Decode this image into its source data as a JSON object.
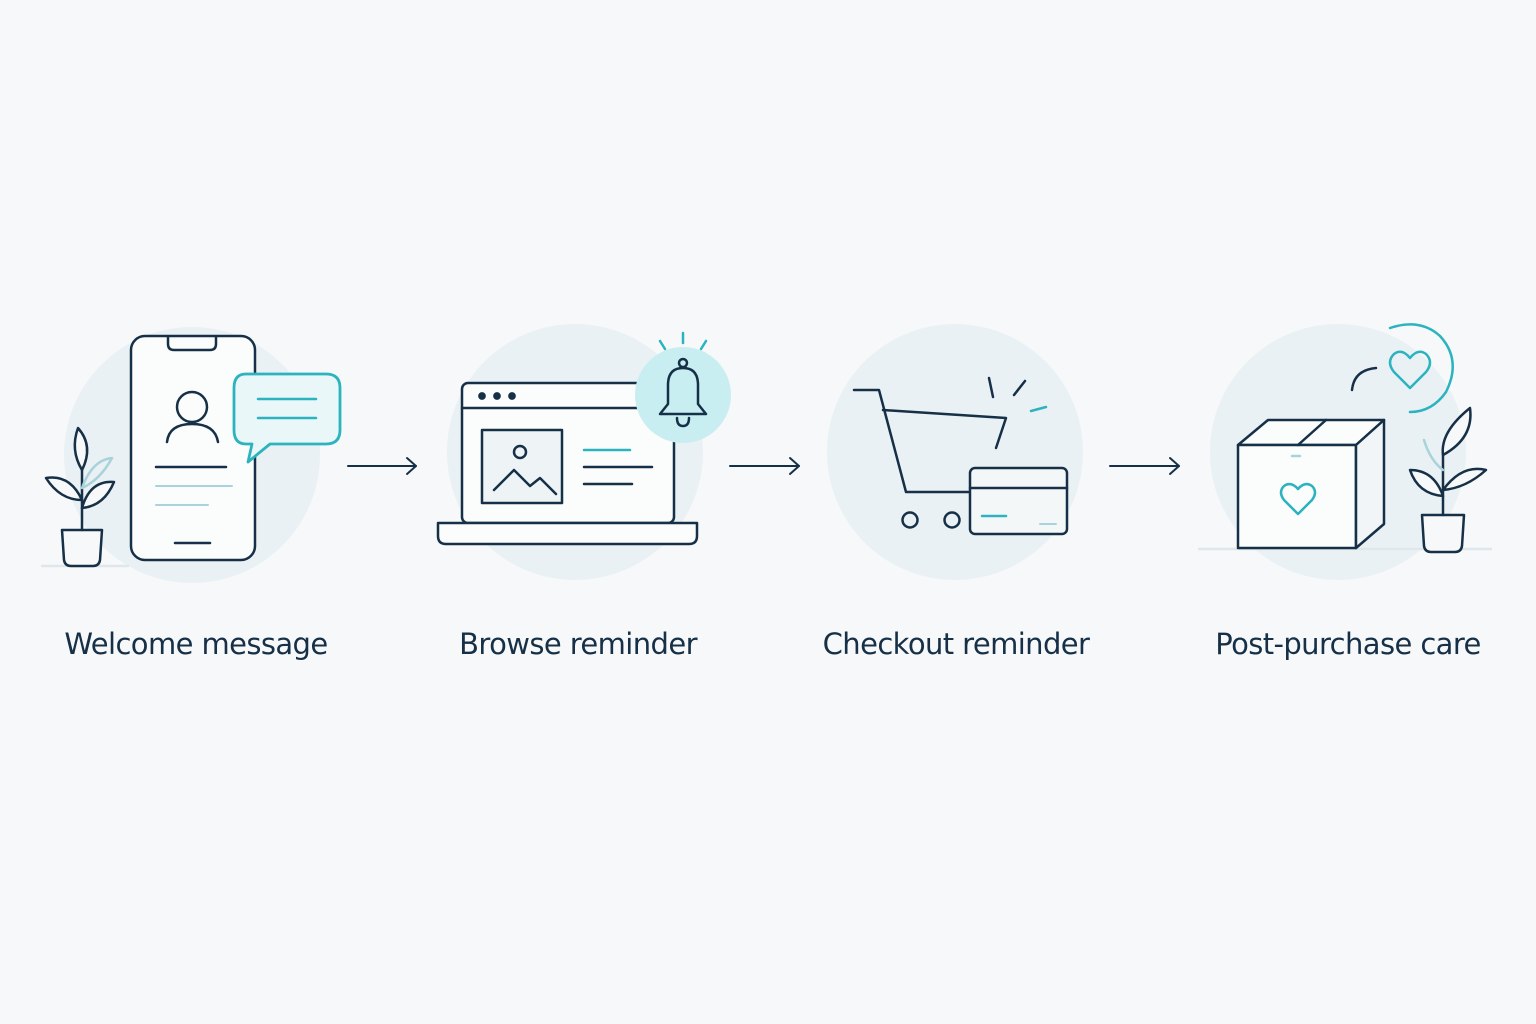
{
  "colors": {
    "background": "#f7f8f9",
    "ink": "#163047",
    "accent": "#2bb3bf",
    "accent_soft": "#c9eef1",
    "circle_bg": "#eaf1f4",
    "light_line": "#a9d3db"
  },
  "steps": [
    {
      "label": "Welcome message",
      "icon": "smartphone-chat-icon"
    },
    {
      "label": "Browse reminder",
      "icon": "laptop-bell-icon"
    },
    {
      "label": "Checkout reminder",
      "icon": "cart-card-icon"
    },
    {
      "label": "Post-purchase care",
      "icon": "box-heart-icon"
    }
  ]
}
